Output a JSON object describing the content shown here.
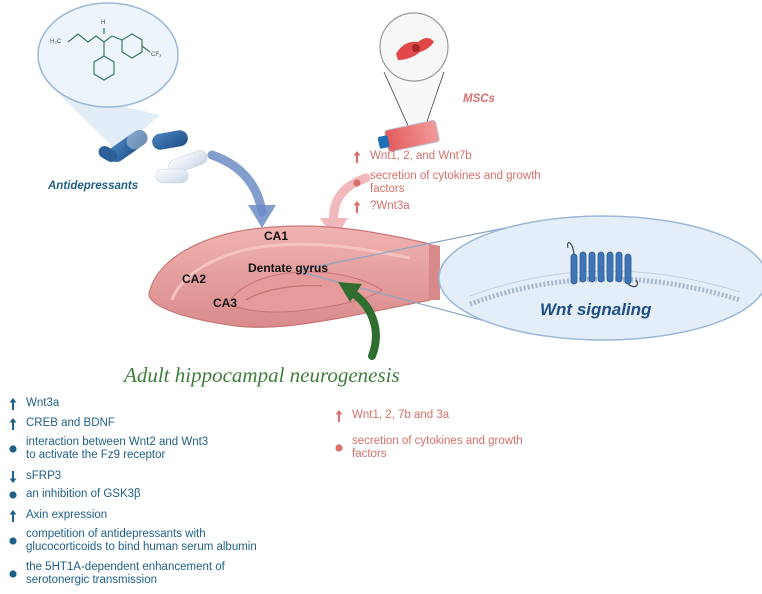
{
  "labels": {
    "antidepressants": "Antidepressants",
    "mscs": "MSCs",
    "ca1": "CA1",
    "ca2": "CA2",
    "ca3": "CA3",
    "dentate_gyrus": "Dentate gyrus",
    "wnt_signaling": "Wnt signaling",
    "title": "Adult hippocampal neurogenesis",
    "molecule_nme": "H₃C",
    "molecule_cf3": "CF₃",
    "molecule_h": "H"
  },
  "msc_top_list": [
    {
      "marker": "arrow-up",
      "lines": [
        "Wnt1, 2, and Wnt7b"
      ]
    },
    {
      "marker": "dot",
      "lines": [
        "secretion of cytokines and growth",
        "factors"
      ]
    },
    {
      "marker": "arrow-up",
      "lines": [
        "?Wnt3a"
      ]
    }
  ],
  "msc_bottom_list": [
    {
      "marker": "arrow-up",
      "lines": [
        "Wnt1, 2, 7b and 3a"
      ]
    },
    {
      "marker": "dot",
      "lines": [
        "secretion of cytokines and growth",
        "factors"
      ]
    }
  ],
  "antidepressant_list": [
    {
      "marker": "arrow-up",
      "lines": [
        "Wnt3a"
      ]
    },
    {
      "marker": "arrow-up",
      "lines": [
        "CREB and BDNF"
      ]
    },
    {
      "marker": "dot",
      "lines": [
        "interaction between Wnt2 and Wnt3",
        "to activate the Fz9 receptor"
      ]
    },
    {
      "marker": "arrow-down",
      "lines": [
        "sFRP3"
      ]
    },
    {
      "marker": "dot",
      "lines": [
        "an inhibition of GSK3β"
      ]
    },
    {
      "marker": "arrow-up",
      "lines": [
        "Axin expression"
      ]
    },
    {
      "marker": "dot",
      "lines": [
        "competition of antidepressants with",
        "glucocorticoids to bind human serum albumin"
      ]
    },
    {
      "marker": "dot",
      "lines": [
        "the 5HT1A-dependent enhancement of",
        "serotonergic transmission"
      ]
    }
  ],
  "colors": {
    "blue_text": "#1f5f86",
    "red_text": "#d6706a",
    "green_text": "#3f7e3a",
    "hippocampus": "#e8a1a1",
    "wnt_bubble": "#e4eef8",
    "receptor": "#3f74b5"
  }
}
